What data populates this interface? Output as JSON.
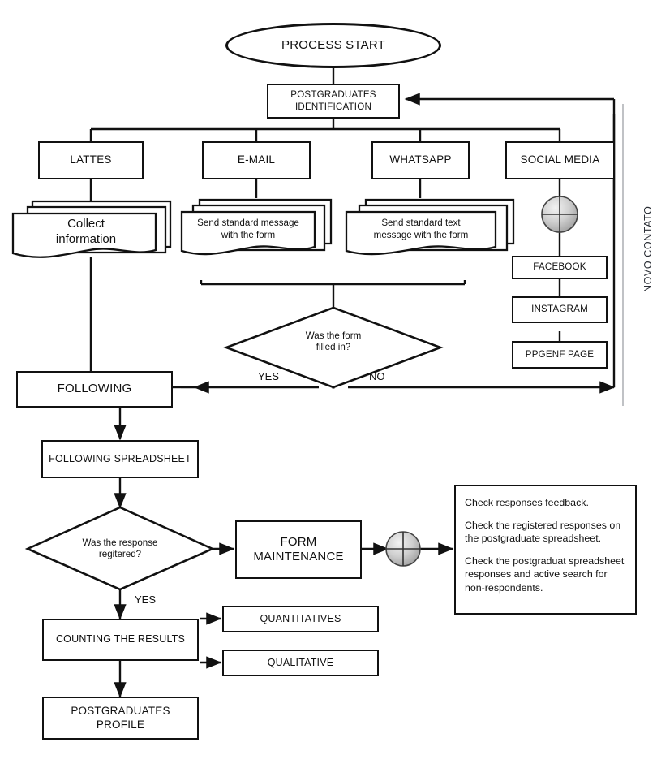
{
  "diagram": {
    "title": "Postgraduates follow-up process flowchart",
    "type": "flowchart",
    "side_label": "NOVO CONTATO"
  },
  "nodes": {
    "start": "PROCESS START",
    "identification": "POSTGRADUATES IDENTIFICATION",
    "channel_lattes": "LATTES",
    "channel_email": "E-MAIL",
    "channel_whatsapp": "WHATSAPP",
    "channel_social": "SOCIAL MEDIA",
    "doc_collect": "Collect information",
    "doc_email": "Send standard message with the form",
    "doc_whatsapp": "Send standard text message with the form",
    "social_facebook": "FACEBOOK",
    "social_instagram": "INSTAGRAM",
    "social_ppgenf": "PPGENF PAGE",
    "decision_form": "Was the form filled in?",
    "following": "FOLLOWING",
    "following_spreadsheet": "FOLLOWING SPREADSHEET",
    "decision_response": "Was the response regitered?",
    "form_maintenance": "FORM MAINTENANCE",
    "counting": "COUNTING THE RESULTS",
    "quantitatives": "QUANTITATIVES",
    "qualitative": "QUALITATIVE",
    "profile": "POSTGRADUATES PROFILE"
  },
  "doc_lines": {
    "collect": [
      "Collect",
      "information"
    ],
    "email": [
      "Send standard message",
      "with the form"
    ],
    "whatsapp": [
      "Send standard text",
      "message with the form"
    ]
  },
  "node_lines": {
    "identification": [
      "POSTGRADUATES",
      "IDENTIFICATION"
    ],
    "decision_form": [
      "Was the form",
      "filled in?"
    ],
    "decision_response": [
      "Was the response",
      "regitered?"
    ],
    "form_maintenance": [
      "FORM",
      "MAINTENANCE"
    ],
    "profile": [
      "POSTGRADUATES",
      "PROFILE"
    ]
  },
  "edge_labels": {
    "yes_form": "YES",
    "no_form": "NO",
    "yes_response": "YES"
  },
  "note": {
    "line1": "Check responses feedback.",
    "line2": "Check the registered responses on the postgraduate spreadsheet.",
    "line3": "Check the postgraduat spreadsheet responses and active search for non-respondents."
  },
  "colors": {
    "stroke": "#111111",
    "background": "#ffffff",
    "side_label": "#2b2f36",
    "connector_fill": "#b9b9b9"
  }
}
